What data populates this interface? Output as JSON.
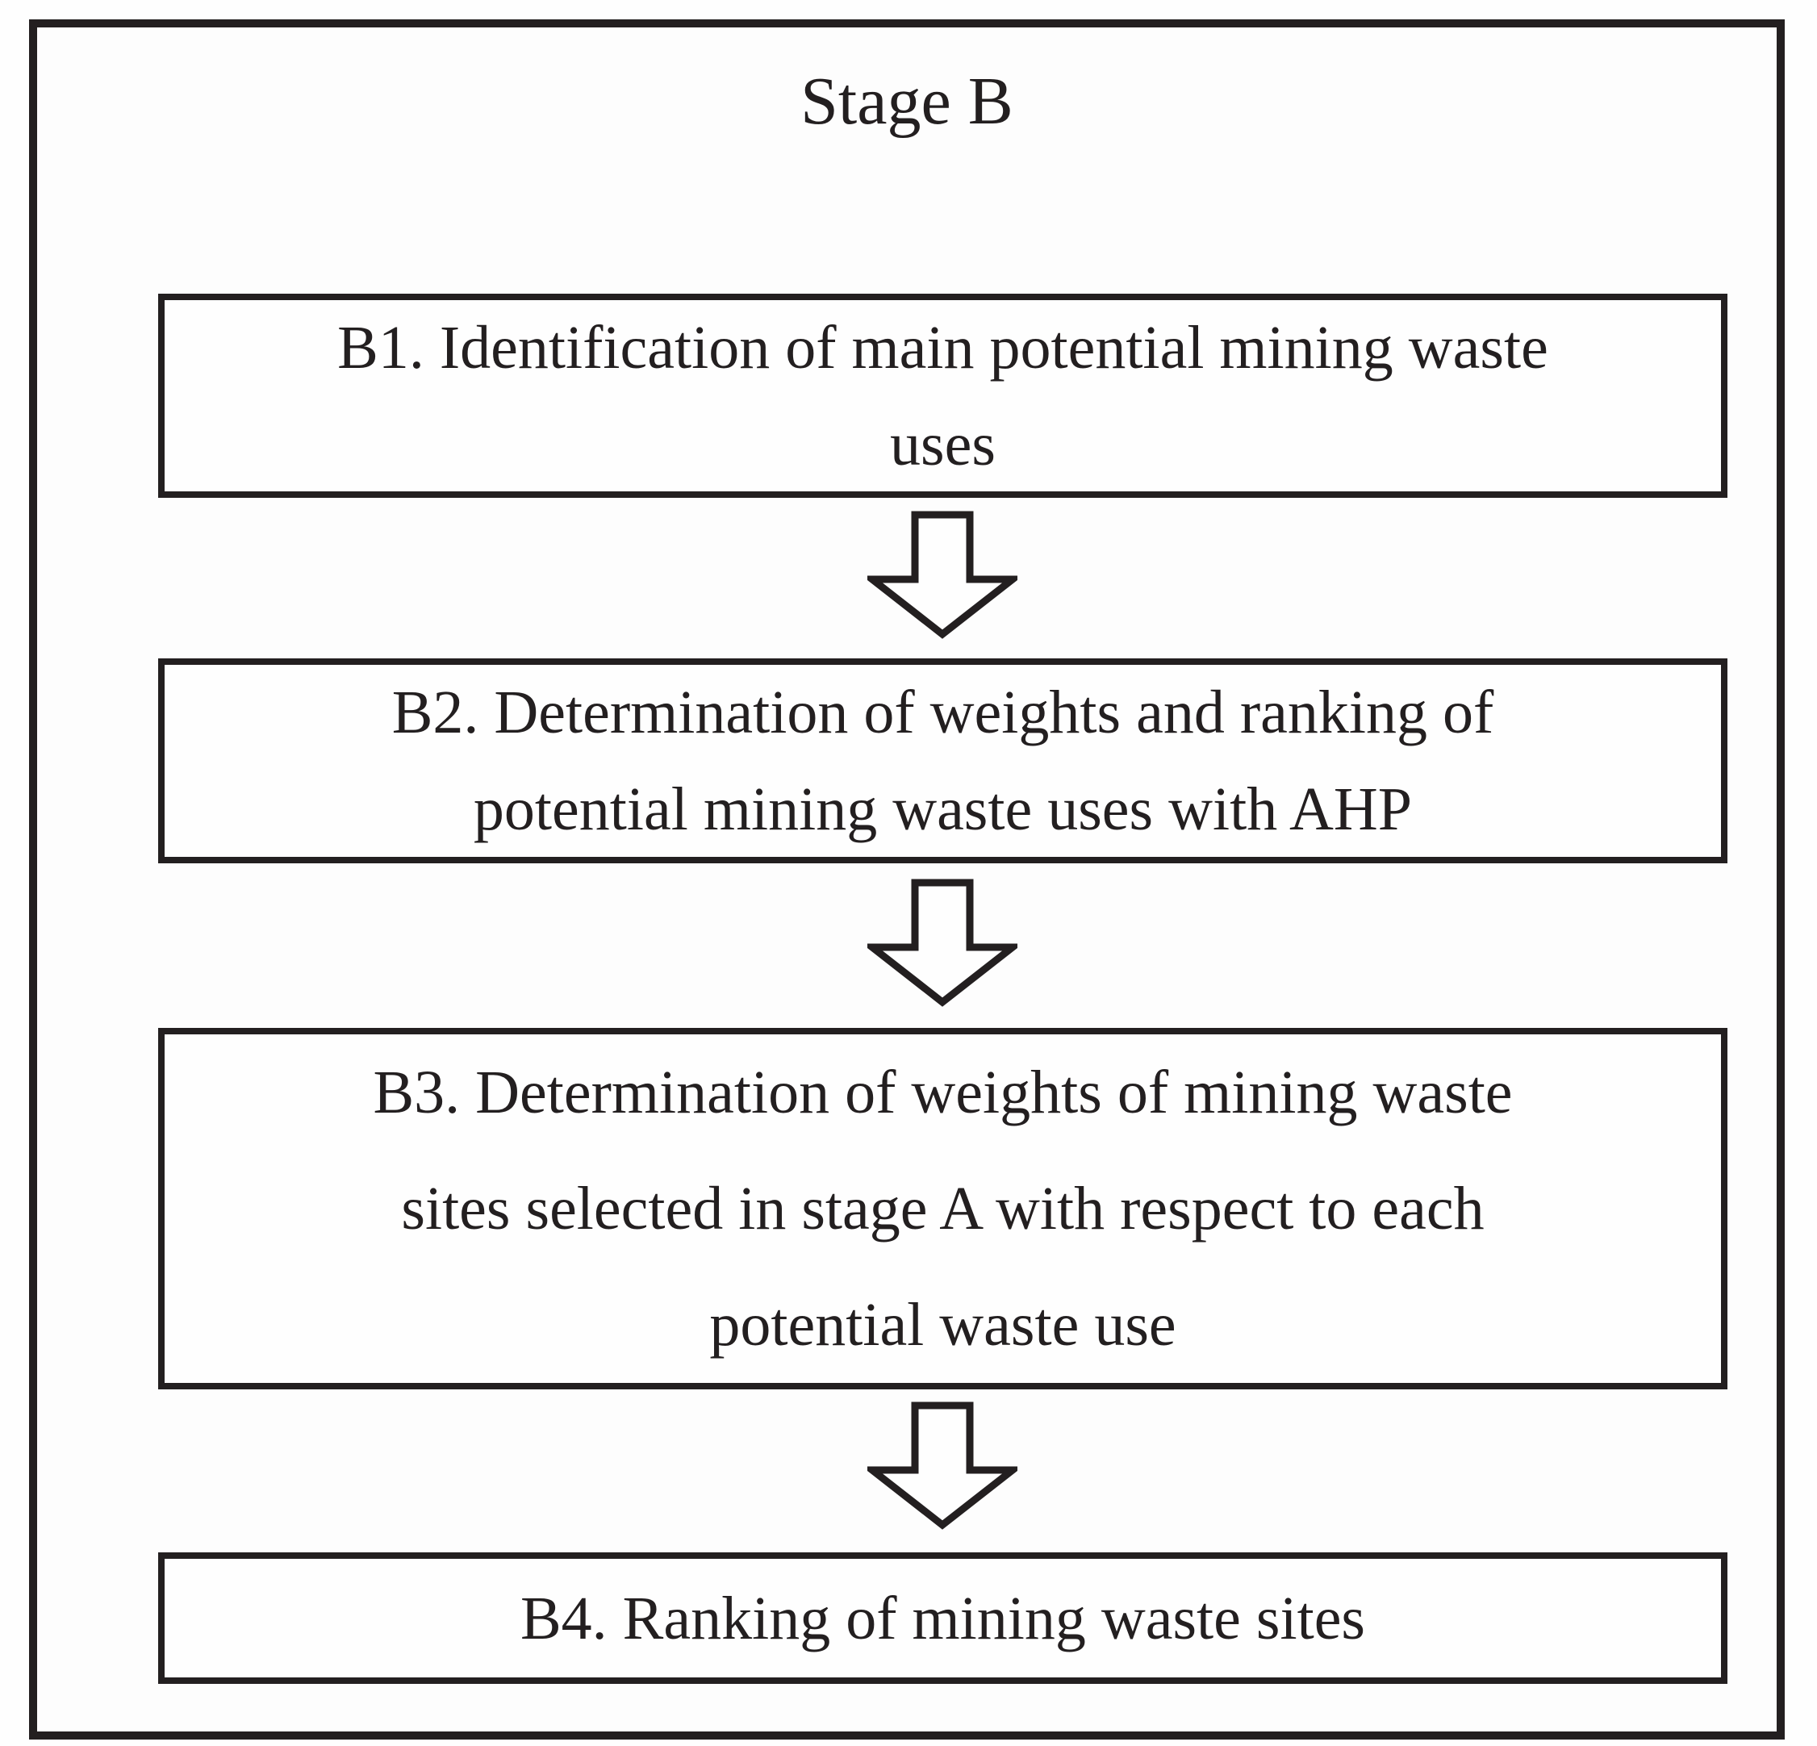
{
  "figure": {
    "title": "Stage B",
    "boxes": [
      {
        "id": "B1",
        "text": "B1. Identification of main potential mining waste\nuses"
      },
      {
        "id": "B2",
        "text": "B2. Determination of weights and ranking of\npotential mining waste uses with AHP"
      },
      {
        "id": "B3",
        "text": "B3. Determination of weights of mining waste\nsites selected in stage A with respect to each\npotential waste use"
      },
      {
        "id": "B4",
        "text": "B4. Ranking of mining waste sites"
      }
    ],
    "connectors": [
      {
        "from": "B1",
        "to": "B2",
        "icon": "down-arrow-icon"
      },
      {
        "from": "B2",
        "to": "B3",
        "icon": "down-arrow-icon"
      },
      {
        "from": "B3",
        "to": "B4",
        "icon": "down-arrow-icon"
      }
    ],
    "colors": {
      "stroke": "#231f20",
      "background": "#ffffff",
      "box_fill": "#fefefe"
    }
  }
}
